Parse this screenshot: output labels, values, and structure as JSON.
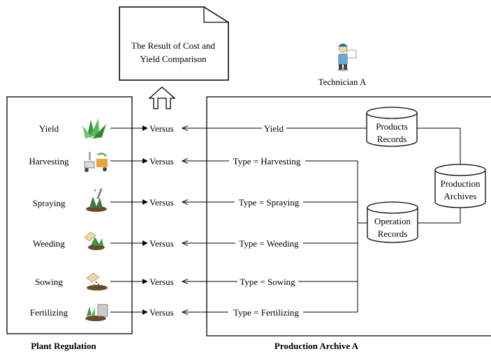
{
  "result_note": {
    "line1": "The Result of Cost and",
    "line2": "Yield Comparison"
  },
  "technician": {
    "label": "Technician A",
    "icon": "technician-icon"
  },
  "plant_regulation": {
    "caption": "Plant Regulation",
    "items": [
      {
        "label": "Yield",
        "icon": "leafy-vegetable-icon"
      },
      {
        "label": "Harvesting",
        "icon": "harvester-icon"
      },
      {
        "label": "Spraying",
        "icon": "sprayer-icon"
      },
      {
        "label": "Weeding",
        "icon": "weeding-hand-icon"
      },
      {
        "label": "Sowing",
        "icon": "sowing-hand-icon"
      },
      {
        "label": "Fertilizing",
        "icon": "fertilizer-icon"
      }
    ]
  },
  "versus_label": "Versus",
  "filters": [
    "Yield",
    "Type = Harvesting",
    "Type = Spraying",
    "Type = Weeding",
    "Type = Sowing",
    "Type = Fertilizing"
  ],
  "production_archive": {
    "caption": "Production Archive A",
    "products_records": {
      "line1": "Products",
      "line2": "Records"
    },
    "operation_records": {
      "line1": "Operation",
      "line2": "Records"
    },
    "production_archives": {
      "line1": "Production",
      "line2": "Archives"
    }
  },
  "colors": {
    "line": "#000000",
    "leaf": "#3c9a3c",
    "skin": "#f3d7a6",
    "soil": "#6b4a2b",
    "shirt": "#6aa8d8",
    "cap": "#2b6fa8"
  }
}
